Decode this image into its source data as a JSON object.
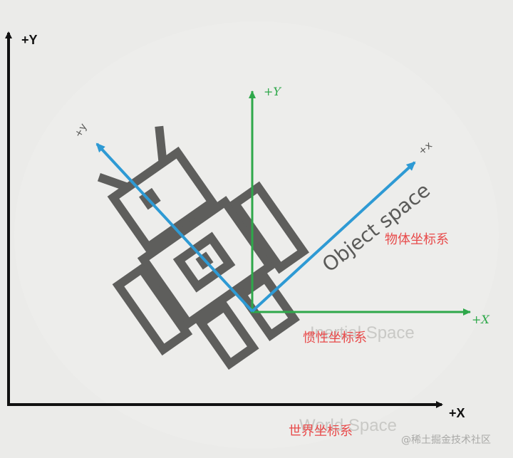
{
  "world": {
    "x_axis_label": "+X",
    "y_axis_label": "+Y",
    "name": "世界坐标系",
    "faint_caption": "World Space"
  },
  "inertial": {
    "x_axis_label": "+X",
    "y_axis_label": "+Y",
    "name": "惯性坐标系",
    "faint_caption": "Inertial Space"
  },
  "object": {
    "x_axis_label": "+x",
    "y_axis_label": "+y",
    "name": "物体坐标系",
    "caption": "Object space"
  },
  "watermark": "@稀土掘金技术社区",
  "colors": {
    "world_axes": "#111111",
    "inertial_axes": "#2ea84a",
    "object_axes": "#2e9ad4",
    "labels_red": "#e84a4a",
    "robot_ink": "#5e5e5c"
  }
}
